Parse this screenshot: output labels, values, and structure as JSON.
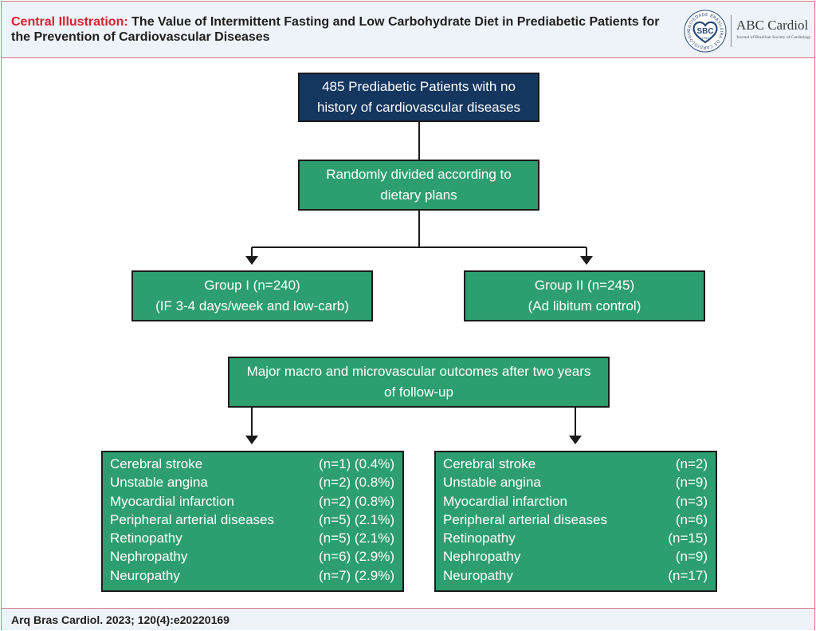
{
  "header": {
    "title_lead": "Central Illustration:",
    "title_line1": "The Value of Intermittent Fasting and Low Carbohydrate Diet in Prediabetic Patients for",
    "title_line2": "the Prevention of Cardiovascular Diseases",
    "logo": {
      "icon": "sbc-heart-seal-icon",
      "ring_text": "SOCIEDADE BRASILEIRA DE CARDIOLOGIA",
      "seal_text": "SBC",
      "year": "1943",
      "journal_name": "ABC Cardiol",
      "journal_subtitle": "Journal of Brazilian Society of Cardiology"
    }
  },
  "flow": {
    "population": [
      "485 Prediabetic Patients with no",
      "history of cardiovascular diseases"
    ],
    "randomization": [
      "Randomly divided according to",
      "dietary plans"
    ],
    "group1": [
      "Group I (n=240)",
      "(IF 3-4 days/week and low-carb)"
    ],
    "group2": [
      "Group II (n=245)",
      "(Ad libitum control)"
    ],
    "followup": [
      "Major macro and microvascular outcomes after two years",
      "of follow-up"
    ]
  },
  "outcomes": {
    "group1": [
      {
        "label": "Cerebral stroke",
        "value": "(n=1) (0.4%)"
      },
      {
        "label": "Unstable angina",
        "value": "(n=2) (0.8%)"
      },
      {
        "label": "Myocardial infarction",
        "value": "(n=2) (0.8%)"
      },
      {
        "label": "Peripheral arterial diseases",
        "value": "(n=5) (2.1%)"
      },
      {
        "label": "Retinopathy",
        "value": "(n=5) (2.1%)"
      },
      {
        "label": "Nephropathy",
        "value": "(n=6) (2.9%)"
      },
      {
        "label": "Neuropathy",
        "value": "(n=7) (2.9%)"
      }
    ],
    "group2": [
      {
        "label": "Cerebral stroke",
        "value": "(n=2)"
      },
      {
        "label": "Unstable angina",
        "value": "(n=9)"
      },
      {
        "label": "Myocardial infarction",
        "value": "(n=3)"
      },
      {
        "label": "Peripheral arterial diseases",
        "value": "(n=6)"
      },
      {
        "label": "Retinopathy",
        "value": "(n=15)"
      },
      {
        "label": "Nephropathy",
        "value": "(n=9)"
      },
      {
        "label": "Neuropathy",
        "value": "(n=17)"
      }
    ]
  },
  "footer": {
    "citation": "Arq Bras Cardiol. 2023; 120(4):e20220169"
  },
  "colors": {
    "title_accent": "#d7212f",
    "box_green": "#2d9e6f",
    "box_navy": "#15365f",
    "frame_border": "#d9797e",
    "band_background": "#edf3f8"
  }
}
